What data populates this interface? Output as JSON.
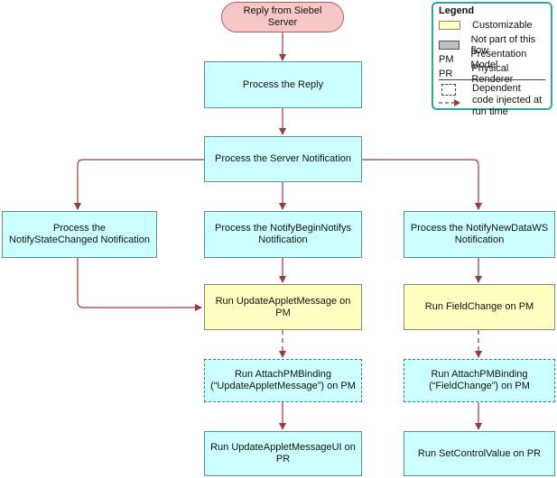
{
  "nodes": {
    "start": "Reply from Siebel Server",
    "process_reply": "Process the Reply",
    "process_server_notification": "Process the Server Notification",
    "process_notify_state_changed": "Process the NotifyStateChanged Notification",
    "process_notify_begin_notifys": "Process the NotifyBeginNotifys Notification",
    "process_notify_new_data_ws": "Process the  NotifyNewDataWS Notification",
    "run_update_applet_message": "Run UpdateAppletMessage on PM",
    "run_field_change": "Run FieldChange on PM",
    "run_attach_pm_binding_1": "Run AttachPMBinding (“UpdateAppletMessage”) on PM",
    "run_attach_pm_binding_2": "Run AttachPMBinding (“FieldChange”) on PM",
    "run_update_applet_message_ui": "Run UpdateAppletMessageUI on PR",
    "run_set_control_value": "Run SetControlValue on PR"
  },
  "legend": {
    "title": "Legend",
    "customizable": "Customizable",
    "not_part": "Not part of this flow",
    "pm_abbr": "PM",
    "pm_label": "Presentation Model",
    "pr_abbr": "PR",
    "pr_label": "Physical Renderer",
    "dependent_label": "Dependent code injected at run time"
  },
  "colors": {
    "customizable": "#ffffc2",
    "default_box": "#ccffff",
    "not_part": "#c0c0c0",
    "start": "#f7c6c6",
    "arrow": "#9b3a3a",
    "legend_border": "#2fa6a0"
  }
}
